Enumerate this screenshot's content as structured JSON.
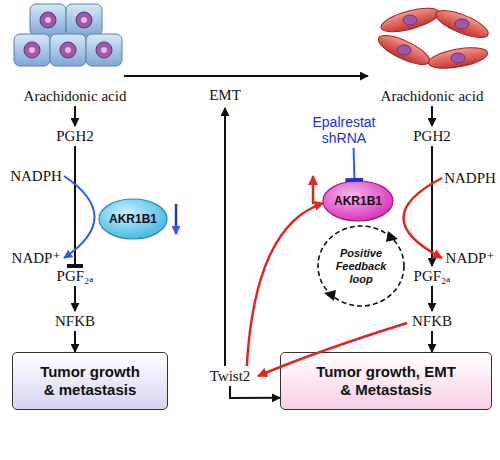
{
  "diagram": {
    "nodes": [
      {
        "text": [
          "Arachidonic acid"
        ]
      },
      {
        "text": [
          "PGH2"
        ]
      },
      {
        "text": [
          "NADPH"
        ]
      },
      {
        "text": [
          "AKR1B1"
        ]
      },
      {
        "text": [
          "NADP⁺"
        ]
      },
      {
        "text": [
          "PGF₂ₐ"
        ]
      },
      {
        "text": [
          "NFKB"
        ]
      },
      {
        "text": [
          "Tumor growth & metastasis"
        ]
      },
      {
        "text": [
          "Arachidonic acid"
        ]
      },
      {
        "text": [
          "PGH2"
        ]
      },
      {
        "text": [
          "NADPH"
        ]
      },
      {
        "text": [
          "AKR1B1"
        ]
      },
      {
        "text": [
          "NADP⁺"
        ]
      },
      {
        "text": [
          "PGF₂ₐ"
        ]
      },
      {
        "text": [
          "NFKB"
        ]
      },
      {
        "text": [
          "Twist2"
        ]
      },
      {
        "text": [
          "Positive Feedback loop"
        ]
      },
      {
        "text": [
          "Epalrestat shRNA"
        ]
      },
      {
        "text": [
          "Tumor growth, EMT & Metastasis"
        ]
      }
    ],
    "edges": [
      {
        "from": 0,
        "to": 1,
        "arrow": "to"
      },
      {
        "from": 1,
        "to": 5,
        "arrow": "to"
      },
      {
        "from": 2,
        "to": 4,
        "arrow": "to"
      },
      {
        "from": 5,
        "to": 6,
        "arrow": "to"
      },
      {
        "from": 6,
        "to": 7,
        "arrow": "to"
      },
      {
        "from": 8,
        "to": 9,
        "arrow": "to"
      },
      {
        "from": 9,
        "to": 13,
        "arrow": "to"
      },
      {
        "from": 10,
        "to": 12,
        "arrow": "to"
      },
      {
        "from": 13,
        "to": 14,
        "arrow": "to"
      },
      {
        "from": 14,
        "to": 18,
        "arrow": "to"
      },
      {
        "from": 14,
        "to": 15,
        "arrow": "to"
      },
      {
        "from": 15,
        "to": 11,
        "arrow": "to"
      },
      {
        "from": 15,
        "to": 18,
        "arrow": "to"
      },
      {
        "from": 17,
        "to": 11,
        "arrow": "to"
      }
    ],
    "labels": [
      "EMT"
    ]
  }
}
